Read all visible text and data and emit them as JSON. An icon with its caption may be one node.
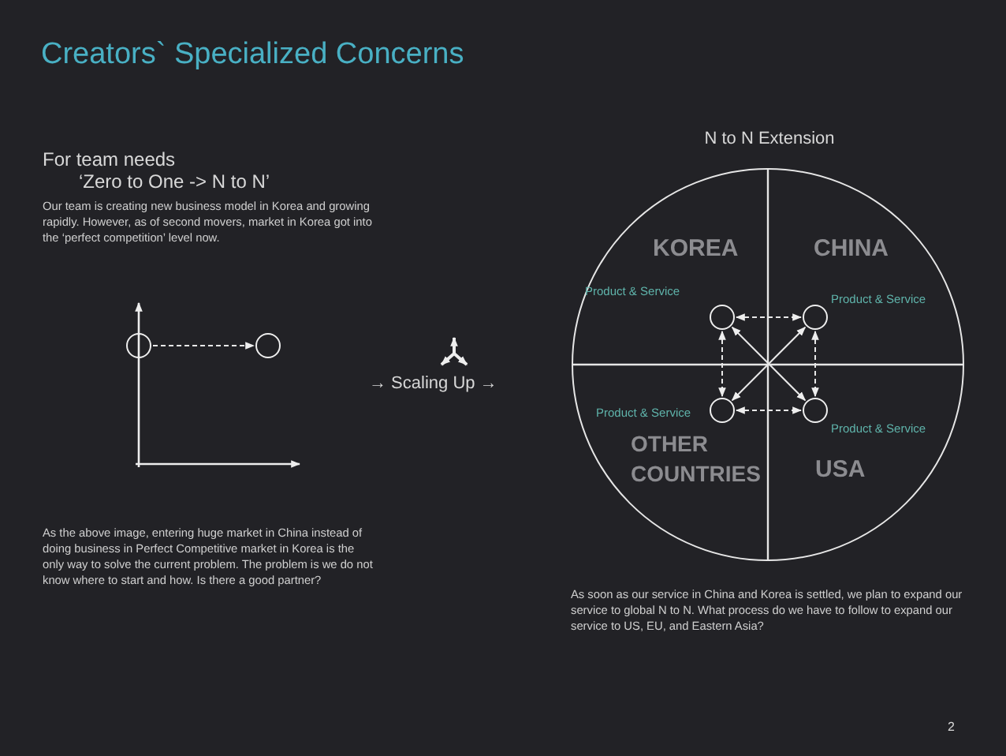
{
  "diagram": {
    "title": "Creators` Specialized Concerns",
    "nodes": [
      {
        "text": [],
        "shape": "circle"
      },
      {
        "text": [],
        "shape": "circle"
      },
      {
        "text": [
          "N to N Extension",
          "KOREA",
          "CHINA",
          "OTHER COUNTRIES",
          "USA"
        ]
      },
      {
        "text": [],
        "shape": "circle",
        "in": 2,
        "beside": [
          "Product & Service"
        ]
      },
      {
        "text": [],
        "shape": "circle",
        "in": 2,
        "beside": [
          "Product & Service"
        ]
      },
      {
        "text": [],
        "shape": "circle",
        "in": 2,
        "beside": [
          "Product & Service"
        ]
      },
      {
        "text": [],
        "shape": "circle",
        "in": 2,
        "beside": [
          "Product & Service"
        ]
      }
    ],
    "edges": [
      {
        "from": 0,
        "to": 1,
        "arrow": "to",
        "style": "dashed"
      },
      {
        "from": 3,
        "to": 4,
        "arrow": "both",
        "style": "dashed"
      },
      {
        "from": 3,
        "to": 5,
        "arrow": "both",
        "style": "dashed"
      },
      {
        "from": 4,
        "to": 6,
        "arrow": "both",
        "style": "dashed"
      },
      {
        "from": 5,
        "to": 6,
        "arrow": "both",
        "style": "dashed"
      },
      {
        "from": 3,
        "to": 6,
        "arrow": "both"
      },
      {
        "from": 4,
        "to": 5,
        "arrow": "both"
      }
    ],
    "labels": [
      "For team needs",
      "‘Zero to One -> N to N’",
      "Our team is creating new business model in Korea and growing rapidly. However, as of second movers, market in Korea got into the ‘perfect competition’ level now.",
      "→ Scaling Up →",
      "As the above image, entering huge market in China instead of doing business in Perfect Competitive market in Korea is the only way to solve the current problem. The problem is we do not know where to start and how. Is there a good partner?",
      "As soon as our service in China and Korea is settled, we plan to expand our service to global N to N. What process do we have to follow to expand our service to US, EU, and Eastern Asia?",
      "2"
    ]
  }
}
